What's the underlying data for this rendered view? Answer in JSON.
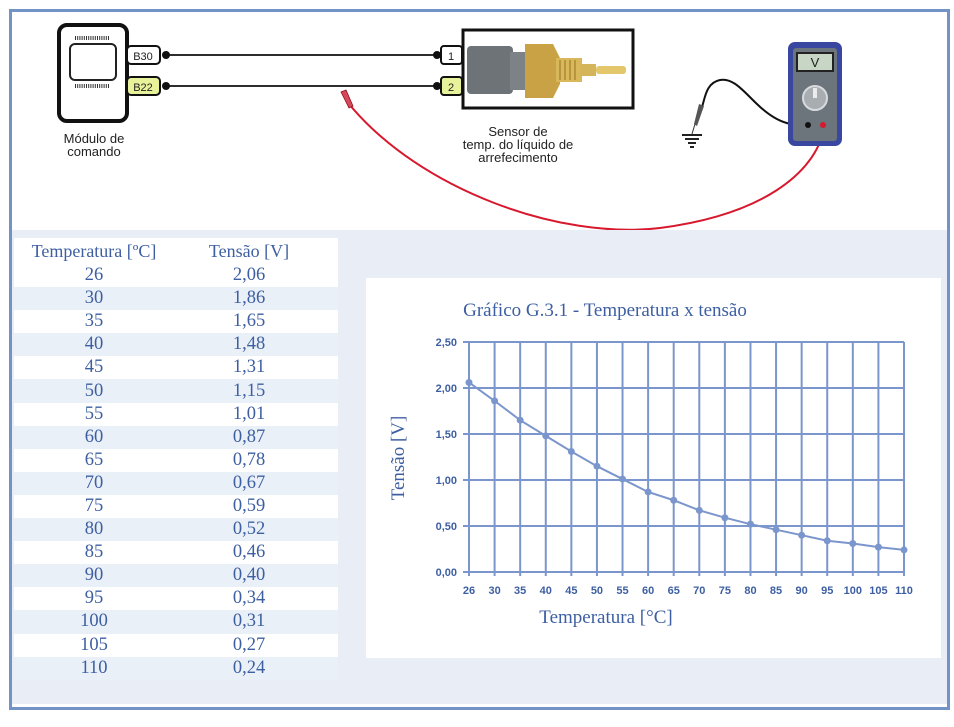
{
  "diagram": {
    "module_label_line1": "Módulo de",
    "module_label_line2": "comando",
    "pin_b30": "B30",
    "pin_b22": "B22",
    "connector_pin_1": "1",
    "connector_pin_2": "2",
    "sensor_label_line1": "Sensor de",
    "sensor_label_line2": "temp. do líquido de",
    "sensor_label_line3": "arrefecimento",
    "multimeter_display": "V",
    "colors": {
      "wire": "#111111",
      "probe_red": "#d8182d",
      "pin_highlight": "#e7f29a",
      "multimeter_body": "#3a47a0",
      "frame": "#7393c6"
    }
  },
  "table": {
    "header": {
      "temperature": "Temperatura [ºC]",
      "voltage": "Tensão [V]"
    },
    "rows": [
      {
        "temperature": "26",
        "voltage": "2,06"
      },
      {
        "temperature": "30",
        "voltage": "1,86"
      },
      {
        "temperature": "35",
        "voltage": "1,65"
      },
      {
        "temperature": "40",
        "voltage": "1,48"
      },
      {
        "temperature": "45",
        "voltage": "1,31"
      },
      {
        "temperature": "50",
        "voltage": "1,15"
      },
      {
        "temperature": "55",
        "voltage": "1,01"
      },
      {
        "temperature": "60",
        "voltage": "0,87"
      },
      {
        "temperature": "65",
        "voltage": "0,78"
      },
      {
        "temperature": "70",
        "voltage": "0,67"
      },
      {
        "temperature": "75",
        "voltage": "0,59"
      },
      {
        "temperature": "80",
        "voltage": "0,52"
      },
      {
        "temperature": "85",
        "voltage": "0,46"
      },
      {
        "temperature": "90",
        "voltage": "0,40"
      },
      {
        "temperature": "95",
        "voltage": "0,34"
      },
      {
        "temperature": "100",
        "voltage": "0,31"
      },
      {
        "temperature": "105",
        "voltage": "0,27"
      },
      {
        "temperature": "110",
        "voltage": "0,24"
      }
    ]
  },
  "chart_data": {
    "type": "line",
    "title": "Gráfico G.3.1 - Temperatura x tensão",
    "xlabel": "Temperatura [°C]",
    "ylabel": "Tensão [V]",
    "categories": [
      "26",
      "30",
      "35",
      "40",
      "45",
      "50",
      "55",
      "60",
      "65",
      "70",
      "75",
      "80",
      "85",
      "90",
      "95",
      "100",
      "105",
      "110"
    ],
    "series": [
      {
        "name": "Tensão",
        "values": [
          2.06,
          1.86,
          1.65,
          1.48,
          1.31,
          1.15,
          1.01,
          0.87,
          0.78,
          0.67,
          0.59,
          0.52,
          0.46,
          0.4,
          0.34,
          0.31,
          0.27,
          0.24
        ]
      }
    ],
    "ylim": [
      0,
      2.5
    ],
    "yticks": [
      0,
      0.5,
      1.0,
      1.5,
      2.0,
      2.5
    ],
    "ytick_labels": [
      "0,00",
      "0,50",
      "1,00",
      "1,50",
      "2,00",
      "2,50"
    ],
    "grid": true,
    "legend": "none",
    "color": "#7b96cc",
    "text_color": "#3d5fa2"
  }
}
